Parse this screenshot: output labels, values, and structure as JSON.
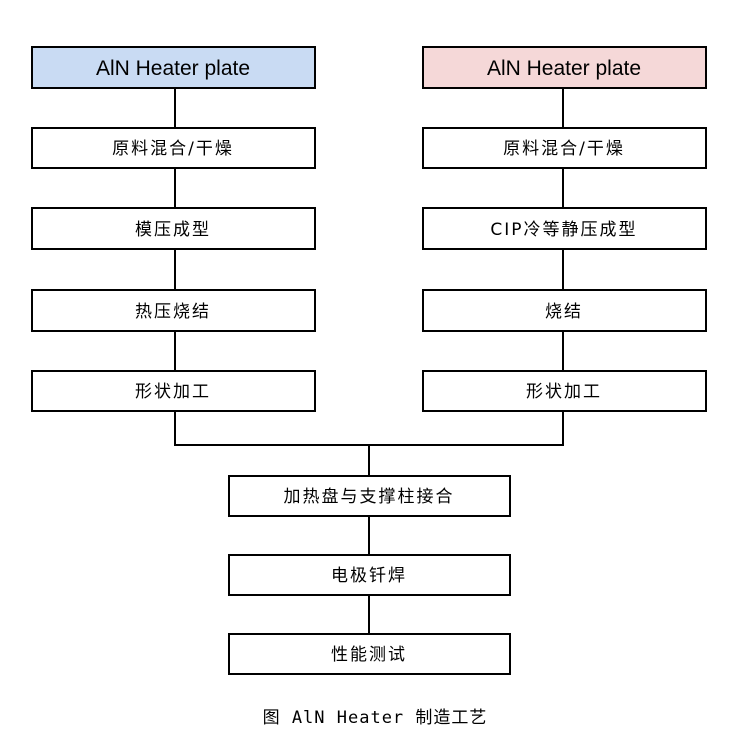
{
  "left": {
    "header": "AlN Heater plate",
    "header_color": "#c9dbf3",
    "steps": [
      "原料混合/干燥",
      "模压成型",
      "热压烧结",
      "形状加工"
    ]
  },
  "right": {
    "header": "AlN Heater plate",
    "header_color": "#f5d8d8",
    "steps": [
      "原料混合/干燥",
      "CIP冷等静压成型",
      "烧结",
      "形状加工"
    ]
  },
  "merge_steps": [
    "加热盘与支撑柱接合",
    "电极钎焊",
    "性能测试"
  ],
  "caption": "图 AlN Heater 制造工艺"
}
